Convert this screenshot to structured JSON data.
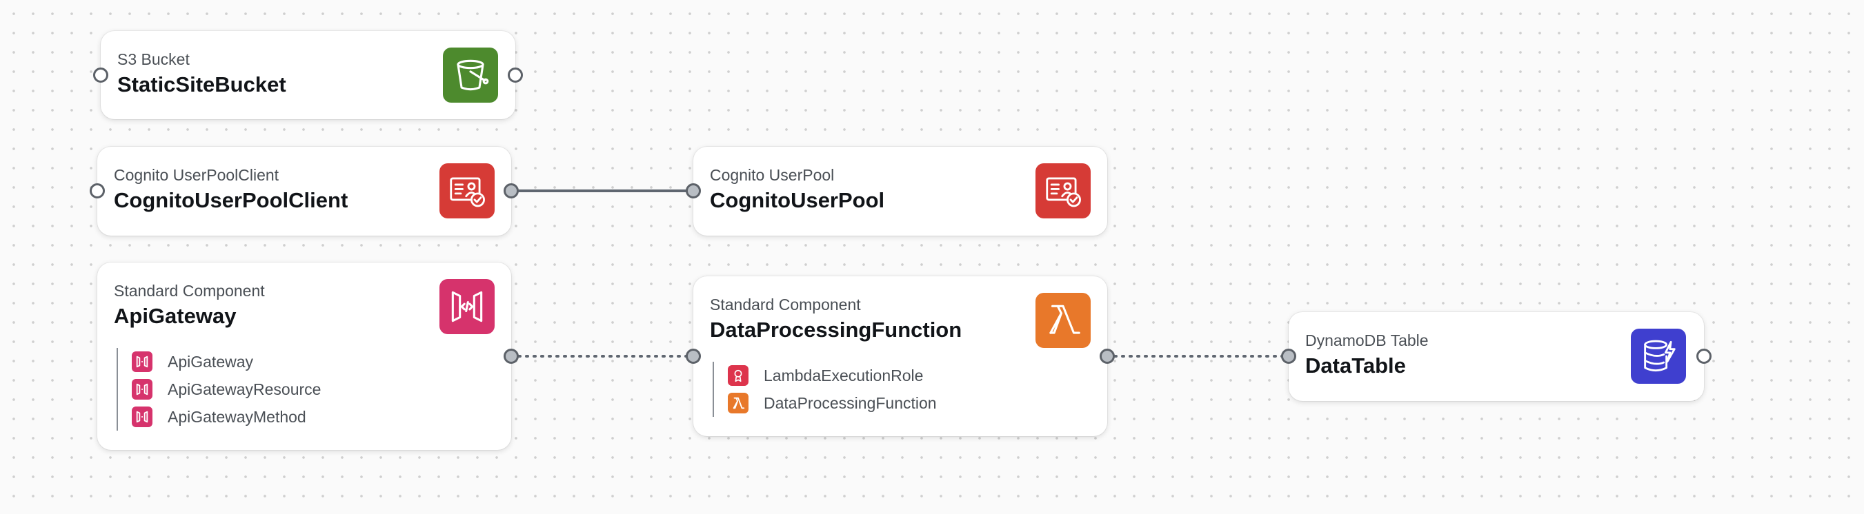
{
  "canvas": {
    "background": "#fafafa",
    "dot_color": "#cfcfcf"
  },
  "colors": {
    "s3": "#4d8a2d",
    "cognito": "#d63b36",
    "api_gateway": "#d6336c",
    "lambda": "#e8782a",
    "dynamodb": "#3f3fcf",
    "iam": "#dd344c",
    "edge": "#5f6670"
  },
  "nodes": {
    "static_site_bucket": {
      "type": "S3 Bucket",
      "name": "StaticSiteBucket",
      "icon": "bucket-icon"
    },
    "user_pool_client": {
      "type": "Cognito UserPoolClient",
      "name": "CognitoUserPoolClient",
      "icon": "cognito-icon"
    },
    "user_pool": {
      "type": "Cognito UserPool",
      "name": "CognitoUserPool",
      "icon": "cognito-icon"
    },
    "api_gateway": {
      "type": "Standard Component",
      "name": "ApiGateway",
      "icon": "api-gateway-icon",
      "resources": [
        {
          "label": "ApiGateway",
          "icon": "api-resource-icon"
        },
        {
          "label": "ApiGatewayResource",
          "icon": "api-resource-icon"
        },
        {
          "label": "ApiGatewayMethod",
          "icon": "api-resource-icon"
        }
      ]
    },
    "data_processing": {
      "type": "Standard Component",
      "name": "DataProcessingFunction",
      "icon": "lambda-icon",
      "resources": [
        {
          "label": "LambdaExecutionRole",
          "icon": "iam-role-icon"
        },
        {
          "label": "DataProcessingFunction",
          "icon": "lambda-icon"
        }
      ]
    },
    "data_table": {
      "type": "DynamoDB Table",
      "name": "DataTable",
      "icon": "dynamodb-icon"
    }
  },
  "edges": [
    {
      "from": "CognitoUserPoolClient",
      "to": "CognitoUserPool",
      "style": "solid"
    },
    {
      "from": "ApiGateway",
      "to": "DataProcessingFunction",
      "style": "dotted"
    },
    {
      "from": "DataProcessingFunction",
      "to": "DataTable",
      "style": "dotted"
    }
  ]
}
